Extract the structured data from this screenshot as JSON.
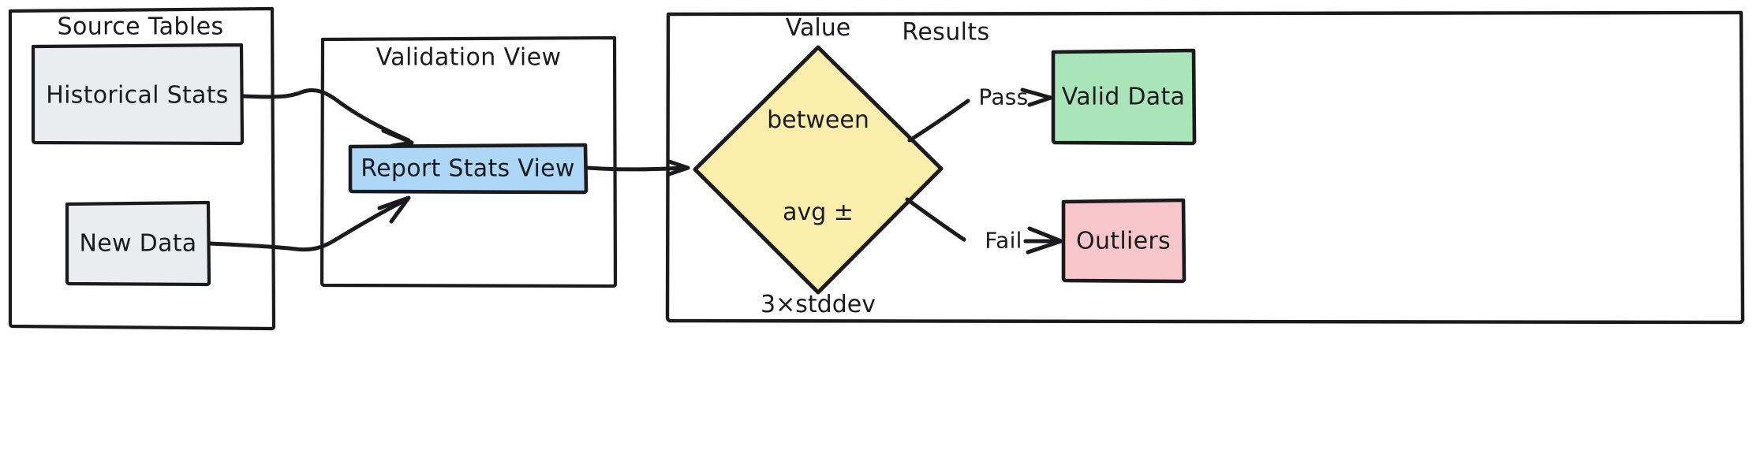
{
  "diagram": {
    "type": "flowchart",
    "style": "hand-drawn",
    "background": "#ffffff",
    "stroke_color": "#1b1b1f",
    "groups": [
      {
        "id": "source-tables",
        "title": "Source Tables"
      },
      {
        "id": "validation-view",
        "title": "Validation View"
      },
      {
        "id": "results",
        "title": "Results"
      }
    ],
    "nodes": [
      {
        "id": "historical-stats",
        "label": "Historical Stats",
        "shape": "rect",
        "fill": "#e9edf0",
        "group": "source-tables"
      },
      {
        "id": "new-data",
        "label": "New Data",
        "shape": "rect",
        "fill": "#e9edf0",
        "group": "source-tables"
      },
      {
        "id": "report-stats-view",
        "label": "Report Stats View",
        "shape": "rect",
        "fill": "#aed6f7",
        "group": "validation-view"
      },
      {
        "id": "decision",
        "label": "Value\nbetween\navg ±\n3×stddev",
        "shape": "diamond",
        "fill": "#fbeeac",
        "group": "results"
      },
      {
        "id": "valid-data",
        "label": "Valid Data",
        "shape": "rect",
        "fill": "#a9e5b9",
        "group": "results"
      },
      {
        "id": "outliers",
        "label": "Outliers",
        "shape": "rect",
        "fill": "#f7c6cb",
        "group": "results"
      }
    ],
    "decision_lines": [
      "Value",
      "between",
      "avg ±",
      "3×stddev"
    ],
    "edges": [
      {
        "from": "historical-stats",
        "to": "report-stats-view",
        "label": ""
      },
      {
        "from": "new-data",
        "to": "report-stats-view",
        "label": ""
      },
      {
        "from": "report-stats-view",
        "to": "decision",
        "label": ""
      },
      {
        "from": "decision",
        "to": "valid-data",
        "label": "Pass"
      },
      {
        "from": "decision",
        "to": "outliers",
        "label": "Fail"
      }
    ],
    "edge_labels": {
      "pass": "Pass",
      "fail": "Fail"
    }
  }
}
